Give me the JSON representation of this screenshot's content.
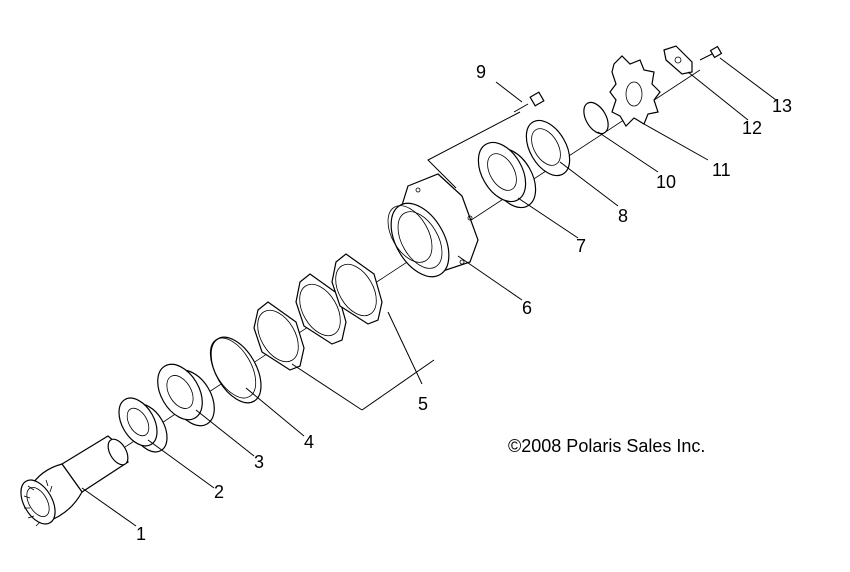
{
  "diagram": {
    "callouts": {
      "p1": "1",
      "p2": "2",
      "p3": "3",
      "p4": "4",
      "p5": "5",
      "p6": "6",
      "p7": "7",
      "p8": "8",
      "p9": "9",
      "p10": "10",
      "p11": "11",
      "p12": "12",
      "p13": "13"
    },
    "copyright": "©2008 Polaris Sales Inc."
  }
}
